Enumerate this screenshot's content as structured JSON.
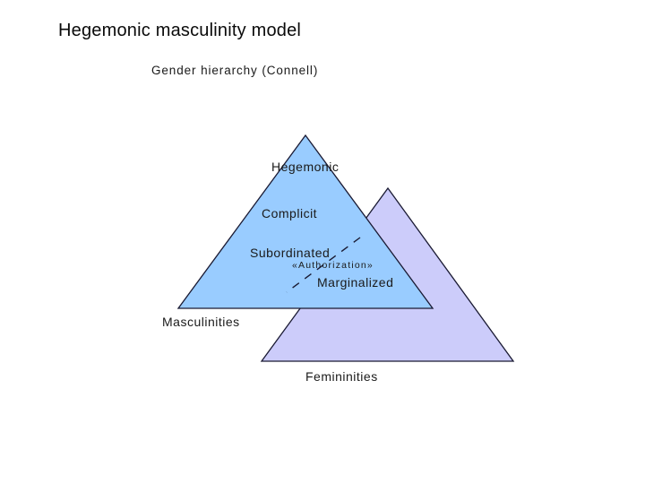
{
  "slide": {
    "title": "Hegemonic masculinity model",
    "subtitle": "Gender hierarchy (Connell)"
  },
  "colors": {
    "masculinities_fill": "#99CCFF",
    "femininities_fill": "#CCCCFA",
    "outline": "#1A1A33",
    "text": "#1A1A1A",
    "background": "#FFFFFF"
  },
  "diagram": {
    "masculinities": {
      "label": "Masculinities",
      "levels": {
        "hegemonic": "Hegemonic",
        "complicit": "Complicit",
        "subordinated": "Subordinated",
        "marginalized": "Marginalized"
      }
    },
    "femininities": {
      "label": "Femininities"
    },
    "relation": {
      "stereotype": "«Authorization»",
      "connects": [
        "Subordinated",
        "Marginalized"
      ],
      "style": "dashed"
    }
  }
}
